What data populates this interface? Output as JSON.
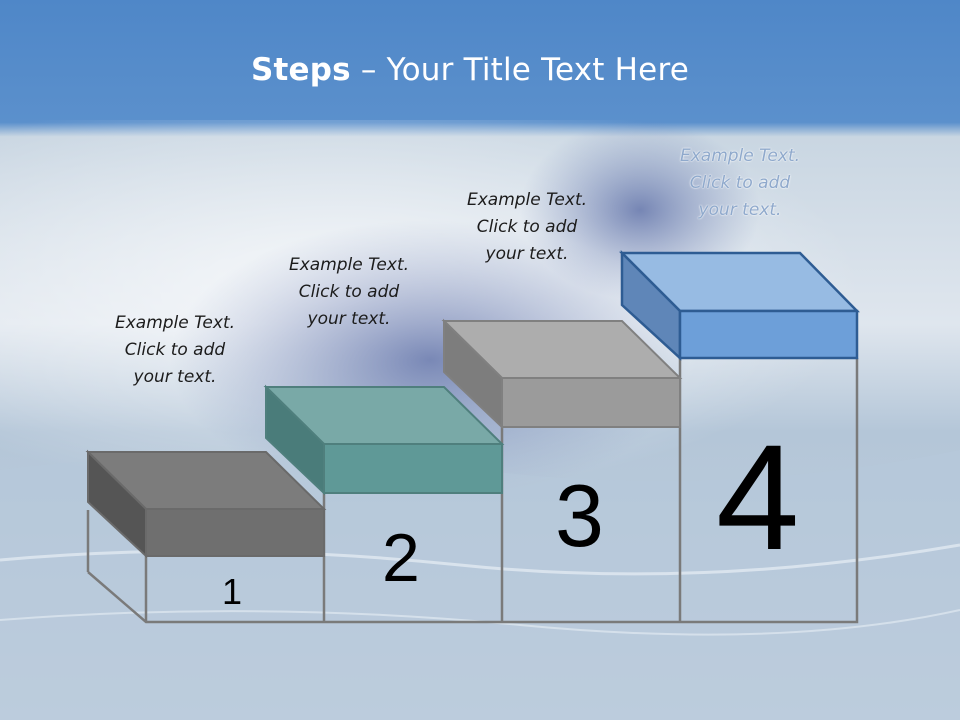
{
  "slide": {
    "title_bold": "Steps",
    "title_rest": " – Your Title Text Here"
  },
  "steps": [
    {
      "number": "1",
      "line1": "Example Text.",
      "line2": "Click  to add",
      "line3": "your text.",
      "color": "#6f6f6f"
    },
    {
      "number": "2",
      "line1": "Example Text.",
      "line2": "Click  to add",
      "line3": "your text.",
      "color": "#5f9997"
    },
    {
      "number": "3",
      "line1": "Example Text.",
      "line2": "Click  to add",
      "line3": "your text.",
      "color": "#9b9b9b"
    },
    {
      "number": "4",
      "line1": "Example Text.",
      "line2": "Click  to add",
      "line3": "your text.",
      "color": "#6d9fd9"
    }
  ],
  "colors": {
    "title_bar": "#4e86c6",
    "outline": "#7a7a7a"
  }
}
